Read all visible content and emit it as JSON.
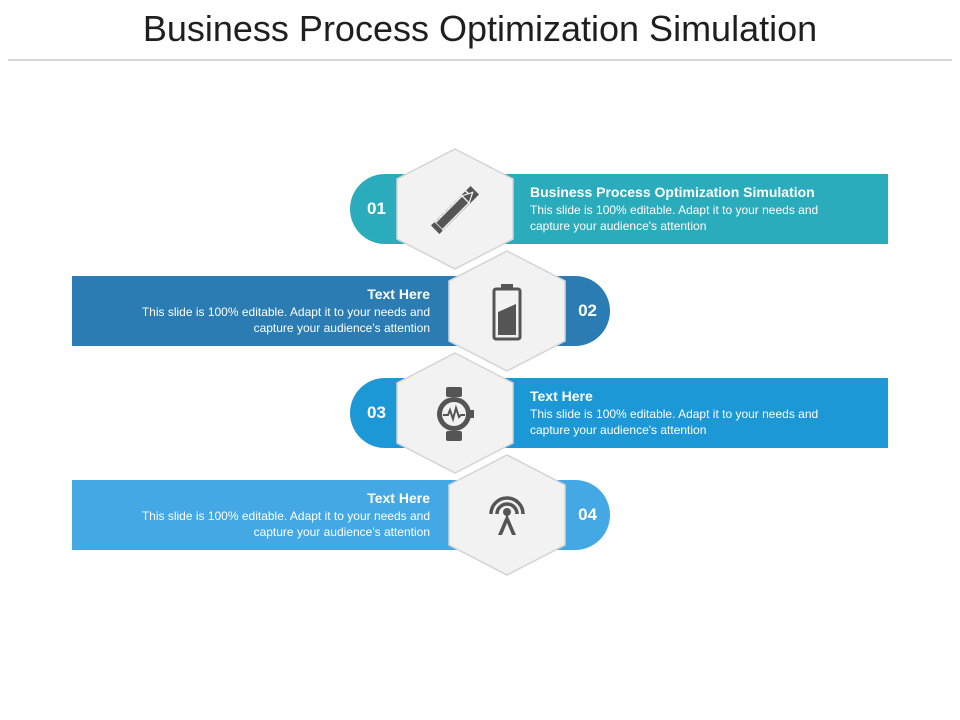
{
  "page": {
    "title": "Business Process Optimization Simulation"
  },
  "steps": [
    {
      "number": "01",
      "heading": "Business Process Optimization  Simulation",
      "body_line1": "This slide is 100% editable. Adapt it to your needs and",
      "body_line2": "capture your audience's  attention",
      "icon": "ruler-pencil-icon",
      "color": "#2aacbc"
    },
    {
      "number": "02",
      "heading": "Text Here",
      "body_line1": "This slide is 100% editable. Adapt it to your needs and",
      "body_line2": "capture your audience's  attention",
      "icon": "battery-icon",
      "color": "#2a7cb3"
    },
    {
      "number": "03",
      "heading": "Text Here",
      "body_line1": "This slide is 100% editable. Adapt it to your needs and",
      "body_line2": "capture your audience's  attention",
      "icon": "smartwatch-icon",
      "color": "#1c98d6"
    },
    {
      "number": "04",
      "heading": "Text Here",
      "body_line1": "This slide is 100% editable. Adapt it to your needs and",
      "body_line2": "capture your audience's  attention",
      "icon": "antenna-icon",
      "color": "#44a8e4"
    }
  ]
}
